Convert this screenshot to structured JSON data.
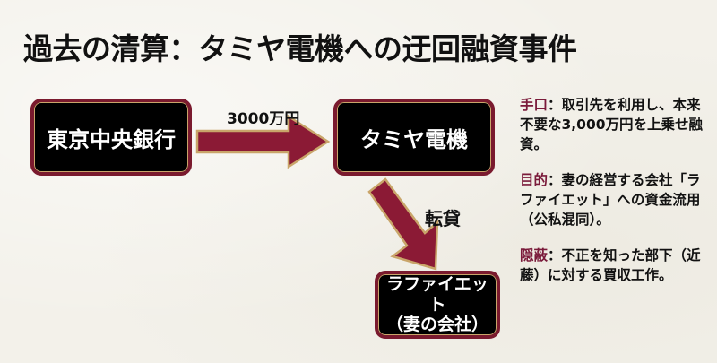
{
  "title": "過去の清算：タミヤ電機への迂回融資事件",
  "colors": {
    "background": "#f3f1ea",
    "box_fill": "#000000",
    "box_border": "#7a1a2e",
    "arrow_fill": "#8b1a35",
    "arrow_outline": "#c9a56a",
    "note_key": "#7a1a3a"
  },
  "diagram": {
    "nodes": [
      {
        "id": "bank",
        "label": "東京中央銀行"
      },
      {
        "id": "tamiya",
        "label": "タミヤ電機"
      },
      {
        "id": "lafayette",
        "label_line1": "ラファイエット",
        "label_line2": "（妻の会社）"
      }
    ],
    "edges": [
      {
        "from": "bank",
        "to": "tamiya",
        "label": "3000万円"
      },
      {
        "from": "tamiya",
        "to": "lafayette",
        "label": "転貸"
      }
    ]
  },
  "notes": [
    {
      "key": "手口",
      "sep": "：",
      "text": "取引先を利用し、本来不要な3,000万円を上乗せ融資。"
    },
    {
      "key": "目的",
      "sep": "：",
      "text": "妻の経営する会社「ラファイエット」への資金流用（公私混同）。"
    },
    {
      "key": "隠蔽",
      "sep": "：",
      "text": "不正を知った部下（近藤）に対する買収工作。"
    }
  ]
}
